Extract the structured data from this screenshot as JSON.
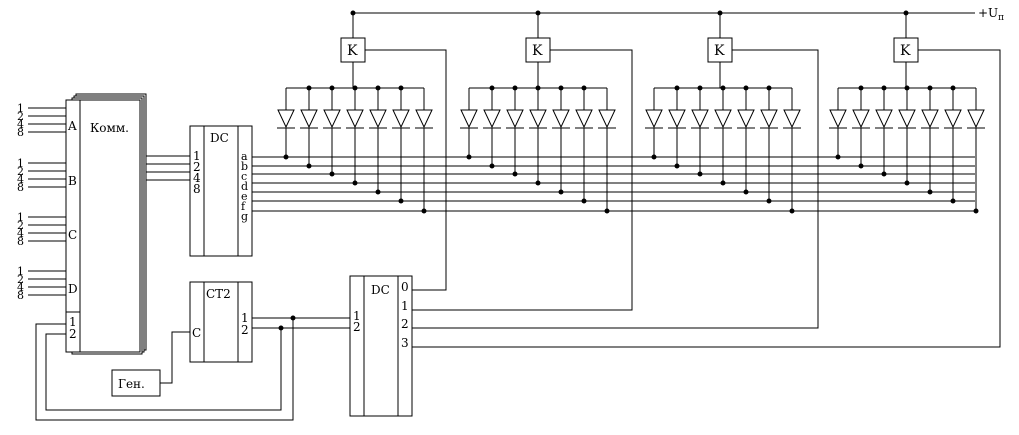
{
  "supply": {
    "label": "+U",
    "sub": "п"
  },
  "commutator": {
    "title": "Комм.",
    "groups": [
      "A",
      "B",
      "C",
      "D"
    ],
    "weights": [
      "1",
      "2",
      "4",
      "8"
    ],
    "ctrl": [
      "1",
      "2"
    ]
  },
  "seg_decoder": {
    "title": "DC",
    "inputs": [
      "1",
      "2",
      "4",
      "8"
    ],
    "outputs": [
      "a",
      "b",
      "c",
      "d",
      "e",
      "f",
      "g"
    ]
  },
  "counter": {
    "title": "CT2",
    "clock": "C",
    "outputs": [
      "1",
      "2"
    ]
  },
  "generator": {
    "label": "Ген."
  },
  "digit_decoder": {
    "title": "DC",
    "inputs": [
      "1",
      "2"
    ],
    "outputs": [
      "0",
      "1",
      "2",
      "3"
    ]
  },
  "keys": [
    "K",
    "K",
    "K",
    "K"
  ]
}
